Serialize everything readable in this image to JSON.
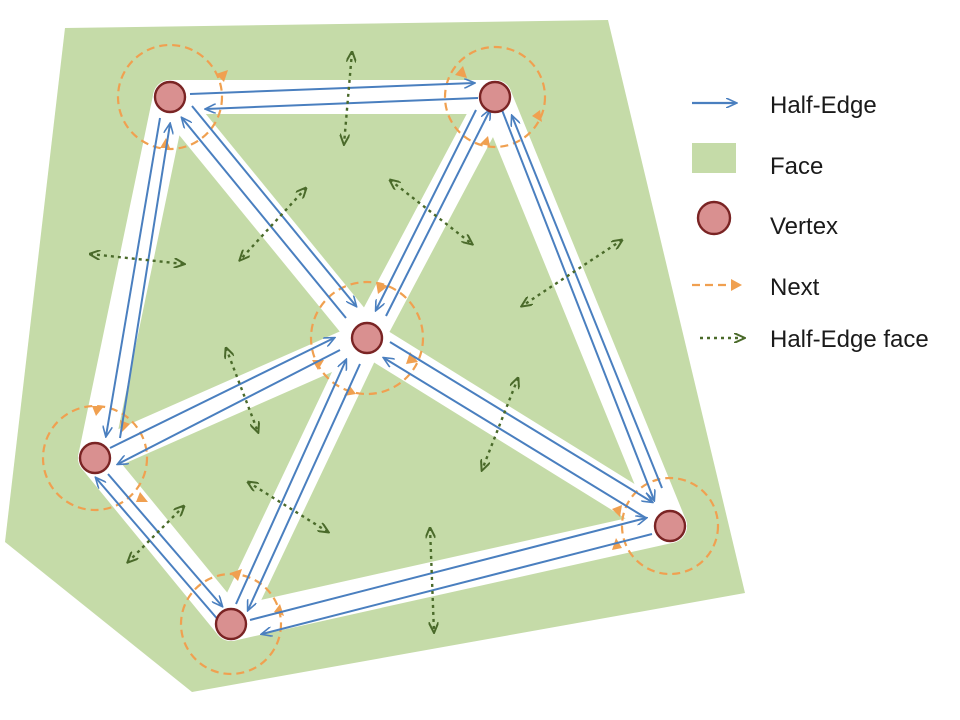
{
  "legend": {
    "half_edge": "Half-Edge",
    "face": "Face",
    "vertex": "Vertex",
    "next": "Next",
    "half_edge_face": "Half-Edge face"
  },
  "colors": {
    "face_fill": "#c5dba8",
    "edge_band": "#ffffff",
    "half_edge": "#4a7fbf",
    "vertex_fill": "#d99090",
    "vertex_stroke": "#7a2424",
    "next": "#f0a050",
    "face_pointer": "#4a6a2a"
  },
  "icons": [
    "half-edge-arrow-icon",
    "face-swatch-icon",
    "vertex-circle-icon",
    "next-arrow-icon",
    "half-edge-face-arrow-icon"
  ]
}
